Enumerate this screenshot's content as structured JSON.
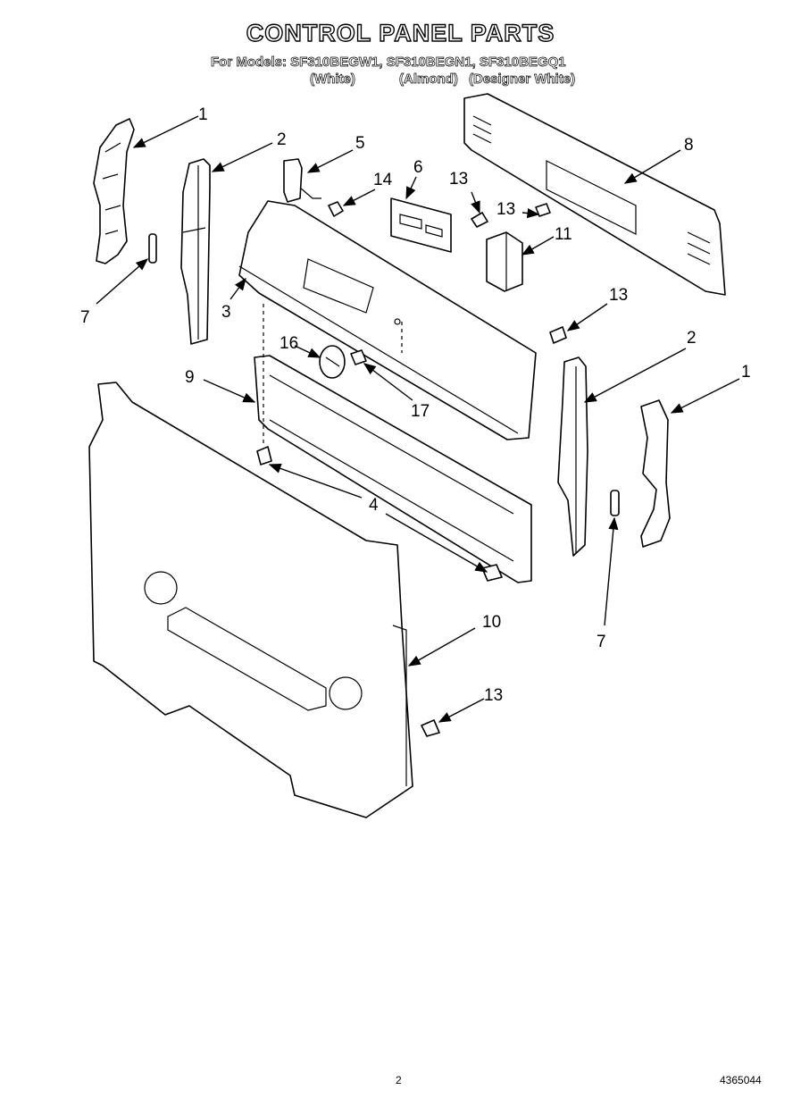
{
  "header": {
    "title": "CONTROL PANEL PARTS",
    "models_line": "For Models: SF310BEGW1, SF310BEGN1, SF310BEGQ1",
    "variants": [
      "(White)",
      "(Almond)",
      "(Designer White)"
    ]
  },
  "footer": {
    "page_number": "2",
    "document_number": "4365044"
  },
  "callouts": {
    "c1_left": "1",
    "c2_left": "2",
    "c3": "3",
    "c4": "4",
    "c5": "5",
    "c6": "6",
    "c7_left": "7",
    "c8": "8",
    "c9": "9",
    "c10": "10",
    "c11": "11",
    "c13_a": "13",
    "c13_b": "13",
    "c13_c": "13",
    "c13_d": "13",
    "c14": "14",
    "c16": "16",
    "c17": "17",
    "c1_right": "1",
    "c2_right": "2",
    "c7_right": "7"
  }
}
